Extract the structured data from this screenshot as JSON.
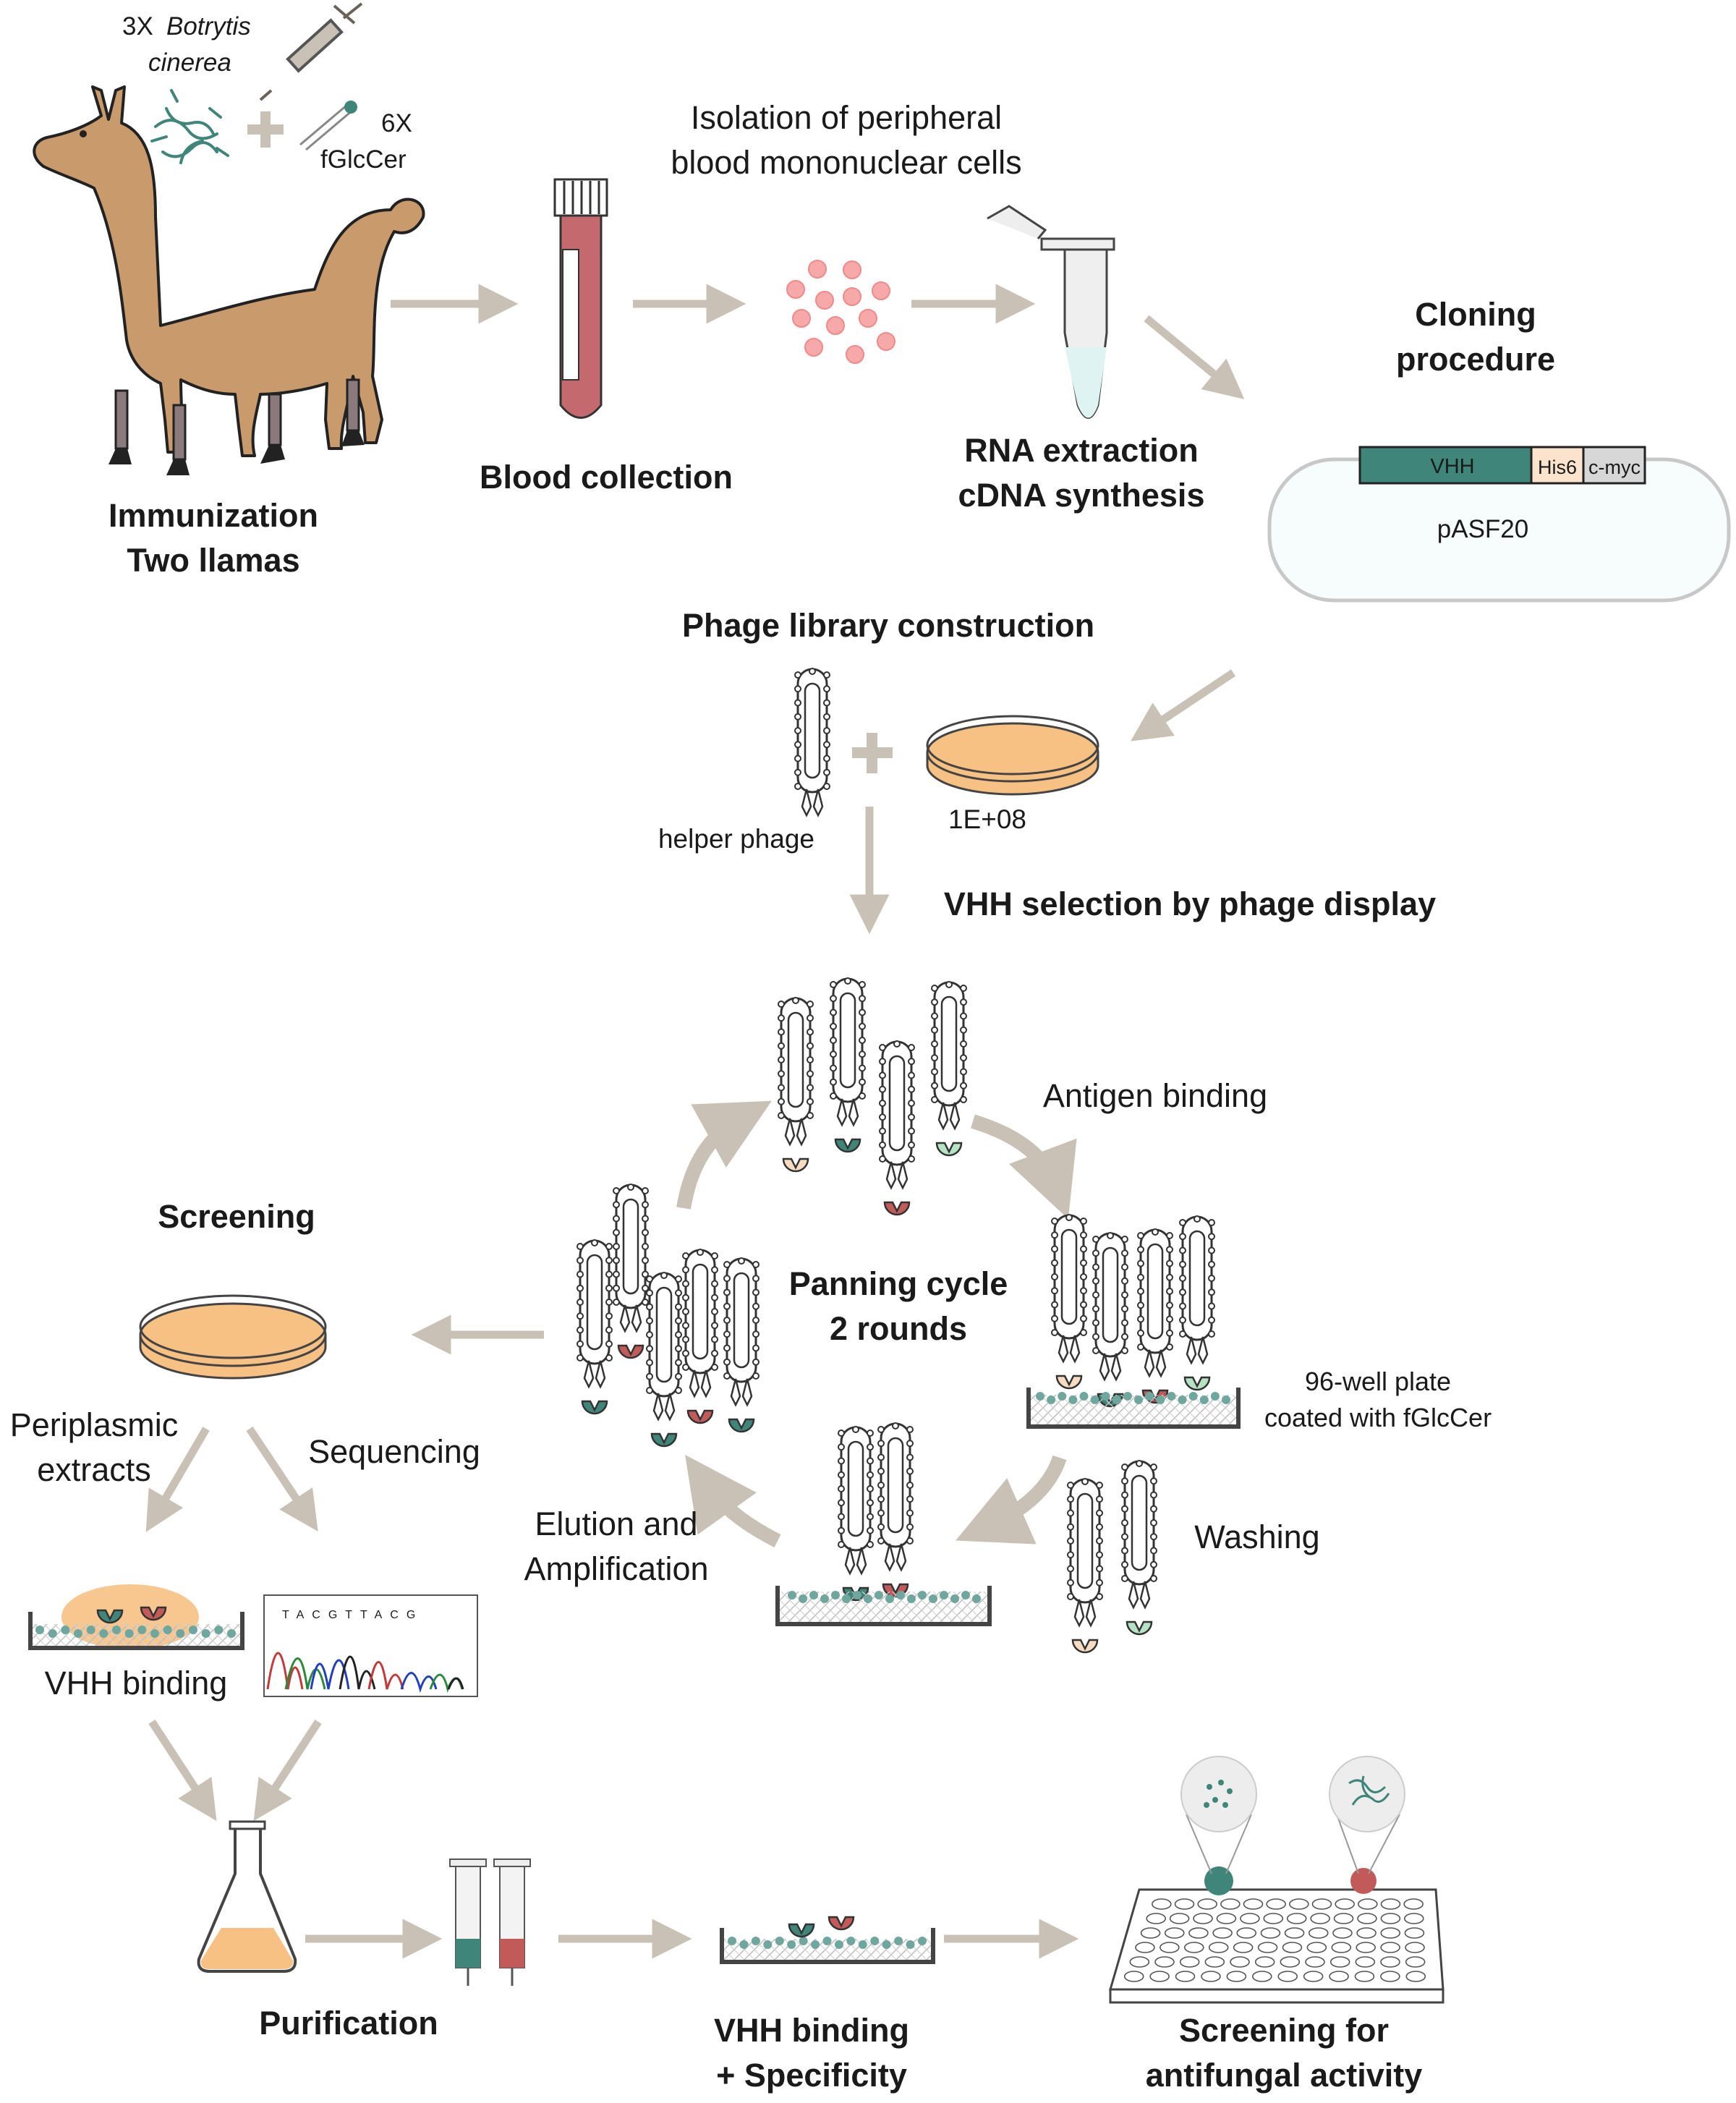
{
  "colors": {
    "arrow": "#c9c1b5",
    "llama": "#c89a6c",
    "teal": "#3f857a",
    "red": "#c25a5a",
    "mint": "#b5e3c4",
    "peach": "#f7dcc2",
    "orange": "#f6c183",
    "cell": "#f4a5a5",
    "outline": "#4a4a4a"
  },
  "immunization": {
    "antigen_count": "3X",
    "antigen_name": "Botrytis",
    "antigen_name2": "cinerea",
    "adjuvant_count": "6X",
    "adjuvant_name": "fGlcCer",
    "title_line1": "Immunization",
    "title_line2": "Two llamas"
  },
  "blood": {
    "title": "Blood collection"
  },
  "pbmc": {
    "line1": "Isolation of peripheral",
    "line2": "blood mononuclear cells"
  },
  "rna": {
    "line1": "RNA extraction",
    "line2": "cDNA synthesis"
  },
  "cloning": {
    "title_line1": "Cloning",
    "title_line2": "procedure",
    "segments": [
      "VHH",
      "His6",
      "c-myc"
    ],
    "plasmid": "pASF20"
  },
  "library": {
    "title": "Phage library construction",
    "helper_label": "helper phage",
    "size_label": "1E+08"
  },
  "selection": {
    "title": "VHH selection by phage display"
  },
  "panning": {
    "center_line1": "Panning cycle",
    "center_line2": "2 rounds",
    "antigen_binding": "Antigen binding",
    "plate_line1": "96-well plate",
    "plate_line2": "coated with fGlcCer",
    "washing": "Washing",
    "elution_line1": "Elution and",
    "elution_line2": "Amplification"
  },
  "screening": {
    "title": "Screening",
    "periplasmic_line1": "Periplasmic",
    "periplasmic_line2": "extracts",
    "sequencing": "Sequencing",
    "vhh_binding": "VHH binding",
    "sequence_letters": "TACGTTACG"
  },
  "bottom": {
    "purification": "Purification",
    "binding_line1": "VHH binding",
    "binding_line2": "+ Specificity",
    "antifungal_line1": "Screening for",
    "antifungal_line2": "antifungal activity"
  }
}
